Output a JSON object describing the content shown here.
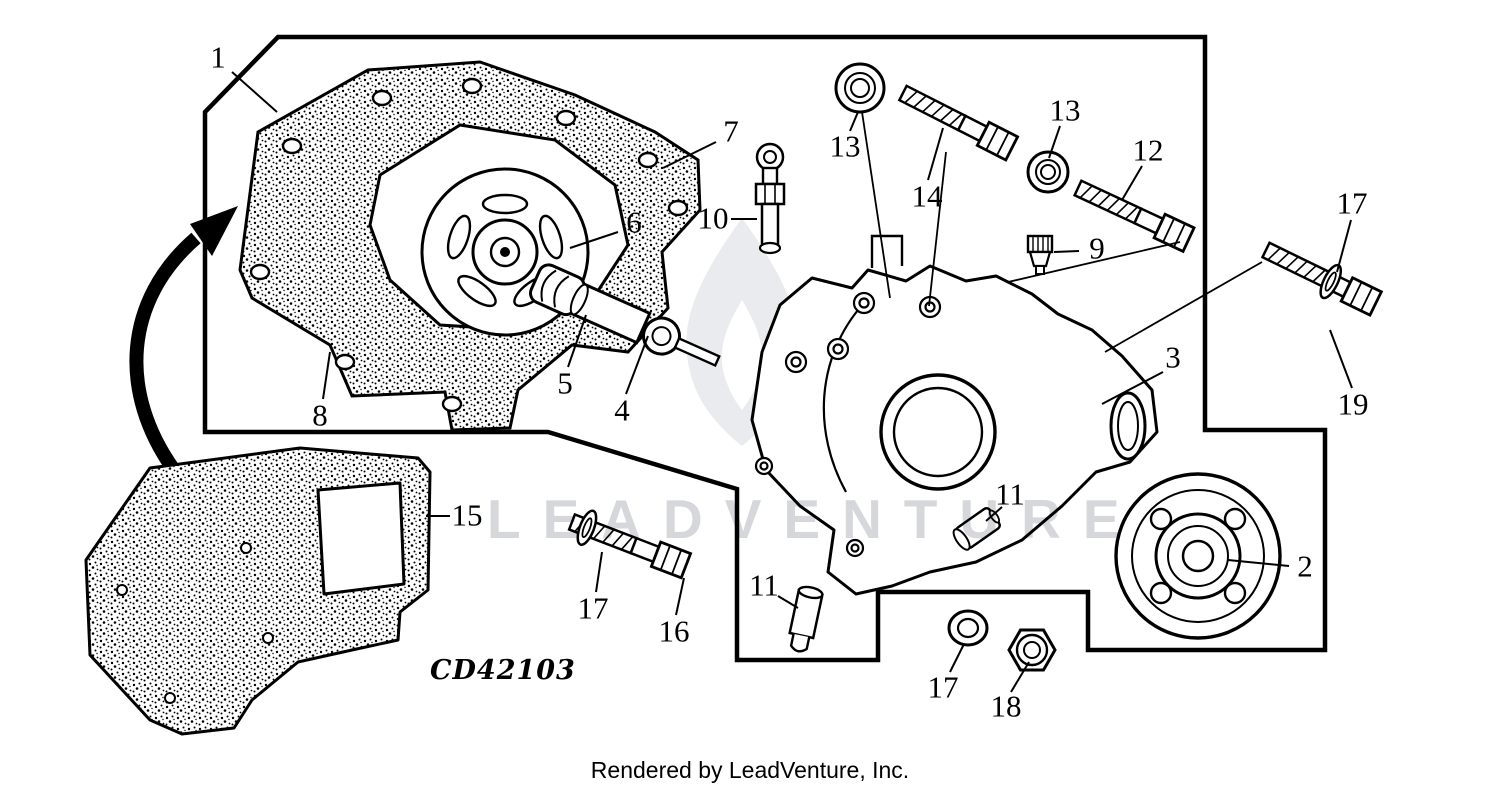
{
  "page": {
    "watermark": "LEADVENTURE",
    "diagram_code": "CD42103",
    "footer": "Rendered by LeadVenture, Inc."
  },
  "parts": {
    "labels": [
      {
        "ref": "1"
      },
      {
        "ref": "7"
      },
      {
        "ref": "6"
      },
      {
        "ref": "10"
      },
      {
        "ref": "13"
      },
      {
        "ref": "14"
      },
      {
        "ref": "13"
      },
      {
        "ref": "12"
      },
      {
        "ref": "17"
      },
      {
        "ref": "9"
      },
      {
        "ref": "3"
      },
      {
        "ref": "19"
      },
      {
        "ref": "5"
      },
      {
        "ref": "4"
      },
      {
        "ref": "8"
      },
      {
        "ref": "15"
      },
      {
        "ref": "11"
      },
      {
        "ref": "17"
      },
      {
        "ref": "16"
      },
      {
        "ref": "11"
      },
      {
        "ref": "2"
      },
      {
        "ref": "17"
      },
      {
        "ref": "18"
      }
    ]
  }
}
